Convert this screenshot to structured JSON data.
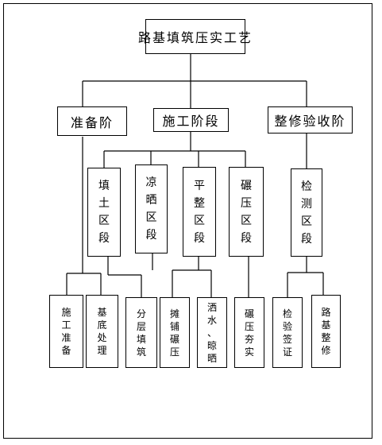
{
  "title": "路基填筑压实工艺",
  "phases": [
    "准备阶",
    "施工阶段",
    "整修验收阶"
  ],
  "sections": [
    "填土区段",
    "凉晒区段",
    "平整区段",
    "碾压区段",
    "检测区段"
  ],
  "steps": [
    "施工准备",
    "基底处理",
    "分层填筑",
    "摊铺碾压",
    "洒水、晾晒",
    "碾压夯实",
    "检验签证",
    "路基整修"
  ]
}
